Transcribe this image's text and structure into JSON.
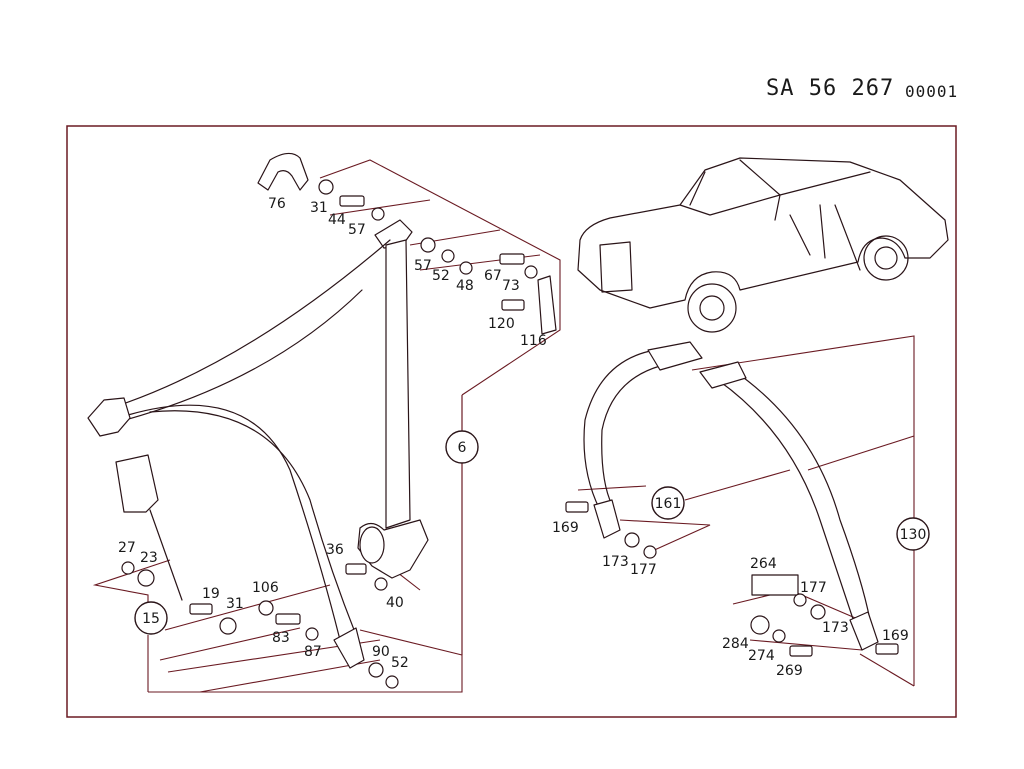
{
  "header": {
    "ref_code": "SA  56 267",
    "ref_sub": "00001"
  },
  "groups": [
    {
      "id": "g6",
      "label": "6"
    },
    {
      "id": "g15",
      "label": "15"
    },
    {
      "id": "g161",
      "label": "161"
    },
    {
      "id": "g130",
      "label": "130"
    }
  ],
  "callouts": [
    {
      "id": "c76",
      "label": "76"
    },
    {
      "id": "c31a",
      "label": "31"
    },
    {
      "id": "c44",
      "label": "44"
    },
    {
      "id": "c57a",
      "label": "57"
    },
    {
      "id": "c57b",
      "label": "57"
    },
    {
      "id": "c52a",
      "label": "52"
    },
    {
      "id": "c48",
      "label": "48"
    },
    {
      "id": "c67",
      "label": "67"
    },
    {
      "id": "c73",
      "label": "73"
    },
    {
      "id": "c120",
      "label": "120"
    },
    {
      "id": "c116",
      "label": "116"
    },
    {
      "id": "c27",
      "label": "27"
    },
    {
      "id": "c23",
      "label": "23"
    },
    {
      "id": "c19",
      "label": "19"
    },
    {
      "id": "c31b",
      "label": "31"
    },
    {
      "id": "c106",
      "label": "106"
    },
    {
      "id": "c83",
      "label": "83"
    },
    {
      "id": "c87",
      "label": "87"
    },
    {
      "id": "c36",
      "label": "36"
    },
    {
      "id": "c40",
      "label": "40"
    },
    {
      "id": "c90",
      "label": "90"
    },
    {
      "id": "c52b",
      "label": "52"
    },
    {
      "id": "c169a",
      "label": "169"
    },
    {
      "id": "c173a",
      "label": "173"
    },
    {
      "id": "c177a",
      "label": "177"
    },
    {
      "id": "c264",
      "label": "264"
    },
    {
      "id": "c177b",
      "label": "177"
    },
    {
      "id": "c173b",
      "label": "173"
    },
    {
      "id": "c169b",
      "label": "169"
    },
    {
      "id": "c284",
      "label": "284"
    },
    {
      "id": "c274",
      "label": "274"
    },
    {
      "id": "c269",
      "label": "269"
    }
  ]
}
